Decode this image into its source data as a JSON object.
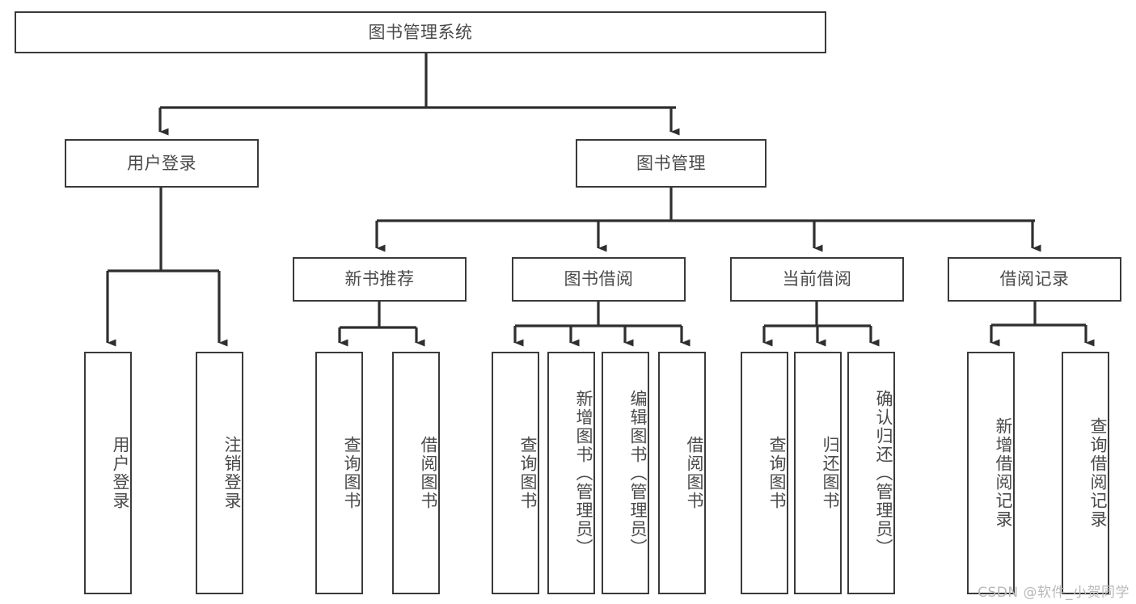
{
  "diagram": {
    "type": "tree-hierarchy",
    "title": "图书管理系统",
    "watermark": "CSDN @软件_小贺同学",
    "colors": {
      "box_border": "#3a3a3a",
      "box_fill": "#ffffff",
      "text": "#4a4a4a",
      "connector": "#2f2f2f",
      "watermark": "#b9b9b9",
      "background": "#ffffff"
    },
    "nodes": {
      "root": {
        "label": "图书管理系统",
        "level": 1,
        "orientation": "horizontal"
      },
      "user_login": {
        "label": "用户登录",
        "level": 2,
        "orientation": "horizontal"
      },
      "book_manage": {
        "label": "图书管理",
        "level": 2,
        "orientation": "horizontal"
      },
      "new_book_rec": {
        "label": "新书推荐",
        "level": 3,
        "orientation": "horizontal"
      },
      "book_borrow": {
        "label": "图书借阅",
        "level": 3,
        "orientation": "horizontal"
      },
      "current_borrow": {
        "label": "当前借阅",
        "level": 3,
        "orientation": "horizontal"
      },
      "borrow_record": {
        "label": "借阅记录",
        "level": 3,
        "orientation": "horizontal"
      },
      "leaf_user_login": {
        "label": "用户登录",
        "level": 4,
        "orientation": "vertical"
      },
      "leaf_logout": {
        "label": "注销登录",
        "level": 4,
        "orientation": "vertical"
      },
      "leaf_query_book_1": {
        "label": "查询图书",
        "level": 4,
        "orientation": "vertical"
      },
      "leaf_borrow_book_1": {
        "label": "借阅图书",
        "level": 4,
        "orientation": "vertical"
      },
      "leaf_query_book_2": {
        "label": "查询图书",
        "level": 4,
        "orientation": "vertical"
      },
      "leaf_add_book": {
        "label": "新增图书（管理员）",
        "level": 4,
        "orientation": "vertical"
      },
      "leaf_edit_book": {
        "label": "编辑图书（管理员）",
        "level": 4,
        "orientation": "vertical"
      },
      "leaf_borrow_book_2": {
        "label": "借阅图书",
        "level": 4,
        "orientation": "vertical"
      },
      "leaf_query_book_3": {
        "label": "查询图书",
        "level": 4,
        "orientation": "vertical"
      },
      "leaf_return_book": {
        "label": "归还图书",
        "level": 4,
        "orientation": "vertical"
      },
      "leaf_confirm_return": {
        "label": "确认归还（管理员）",
        "level": 4,
        "orientation": "vertical"
      },
      "leaf_add_record": {
        "label": "新增借阅记录",
        "level": 4,
        "orientation": "vertical"
      },
      "leaf_query_record": {
        "label": "查询借阅记录",
        "level": 4,
        "orientation": "vertical"
      }
    },
    "edges": [
      {
        "from": "root",
        "to": "user_login"
      },
      {
        "from": "root",
        "to": "book_manage"
      },
      {
        "from": "user_login",
        "to": "leaf_user_login"
      },
      {
        "from": "user_login",
        "to": "leaf_logout"
      },
      {
        "from": "book_manage",
        "to": "new_book_rec"
      },
      {
        "from": "book_manage",
        "to": "book_borrow"
      },
      {
        "from": "book_manage",
        "to": "current_borrow"
      },
      {
        "from": "book_manage",
        "to": "borrow_record"
      },
      {
        "from": "new_book_rec",
        "to": "leaf_query_book_1"
      },
      {
        "from": "new_book_rec",
        "to": "leaf_borrow_book_1"
      },
      {
        "from": "book_borrow",
        "to": "leaf_query_book_2"
      },
      {
        "from": "book_borrow",
        "to": "leaf_add_book"
      },
      {
        "from": "book_borrow",
        "to": "leaf_edit_book"
      },
      {
        "from": "book_borrow",
        "to": "leaf_borrow_book_2"
      },
      {
        "from": "current_borrow",
        "to": "leaf_query_book_3"
      },
      {
        "from": "current_borrow",
        "to": "leaf_return_book"
      },
      {
        "from": "current_borrow",
        "to": "leaf_confirm_return"
      },
      {
        "from": "borrow_record",
        "to": "leaf_add_record"
      },
      {
        "from": "borrow_record",
        "to": "leaf_query_record"
      }
    ]
  }
}
